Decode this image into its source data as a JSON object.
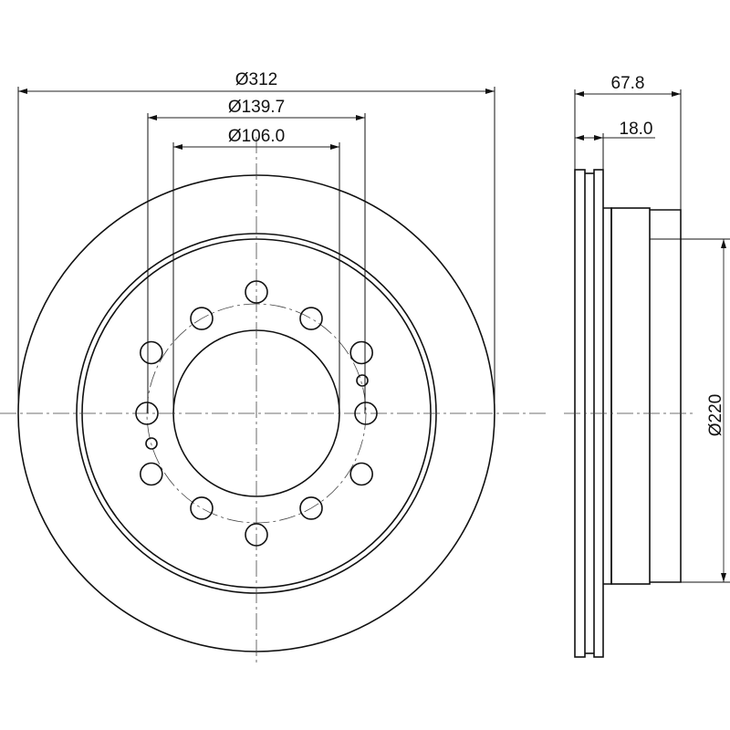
{
  "front_view": {
    "outer_diameter_label": "Ø312",
    "pcd_label": "Ø139.7",
    "bore_label": "Ø106.0"
  },
  "side_view": {
    "overall_height_label": "67.8",
    "disc_thickness_label": "18.0",
    "hat_diameter_label": "Ø220"
  }
}
